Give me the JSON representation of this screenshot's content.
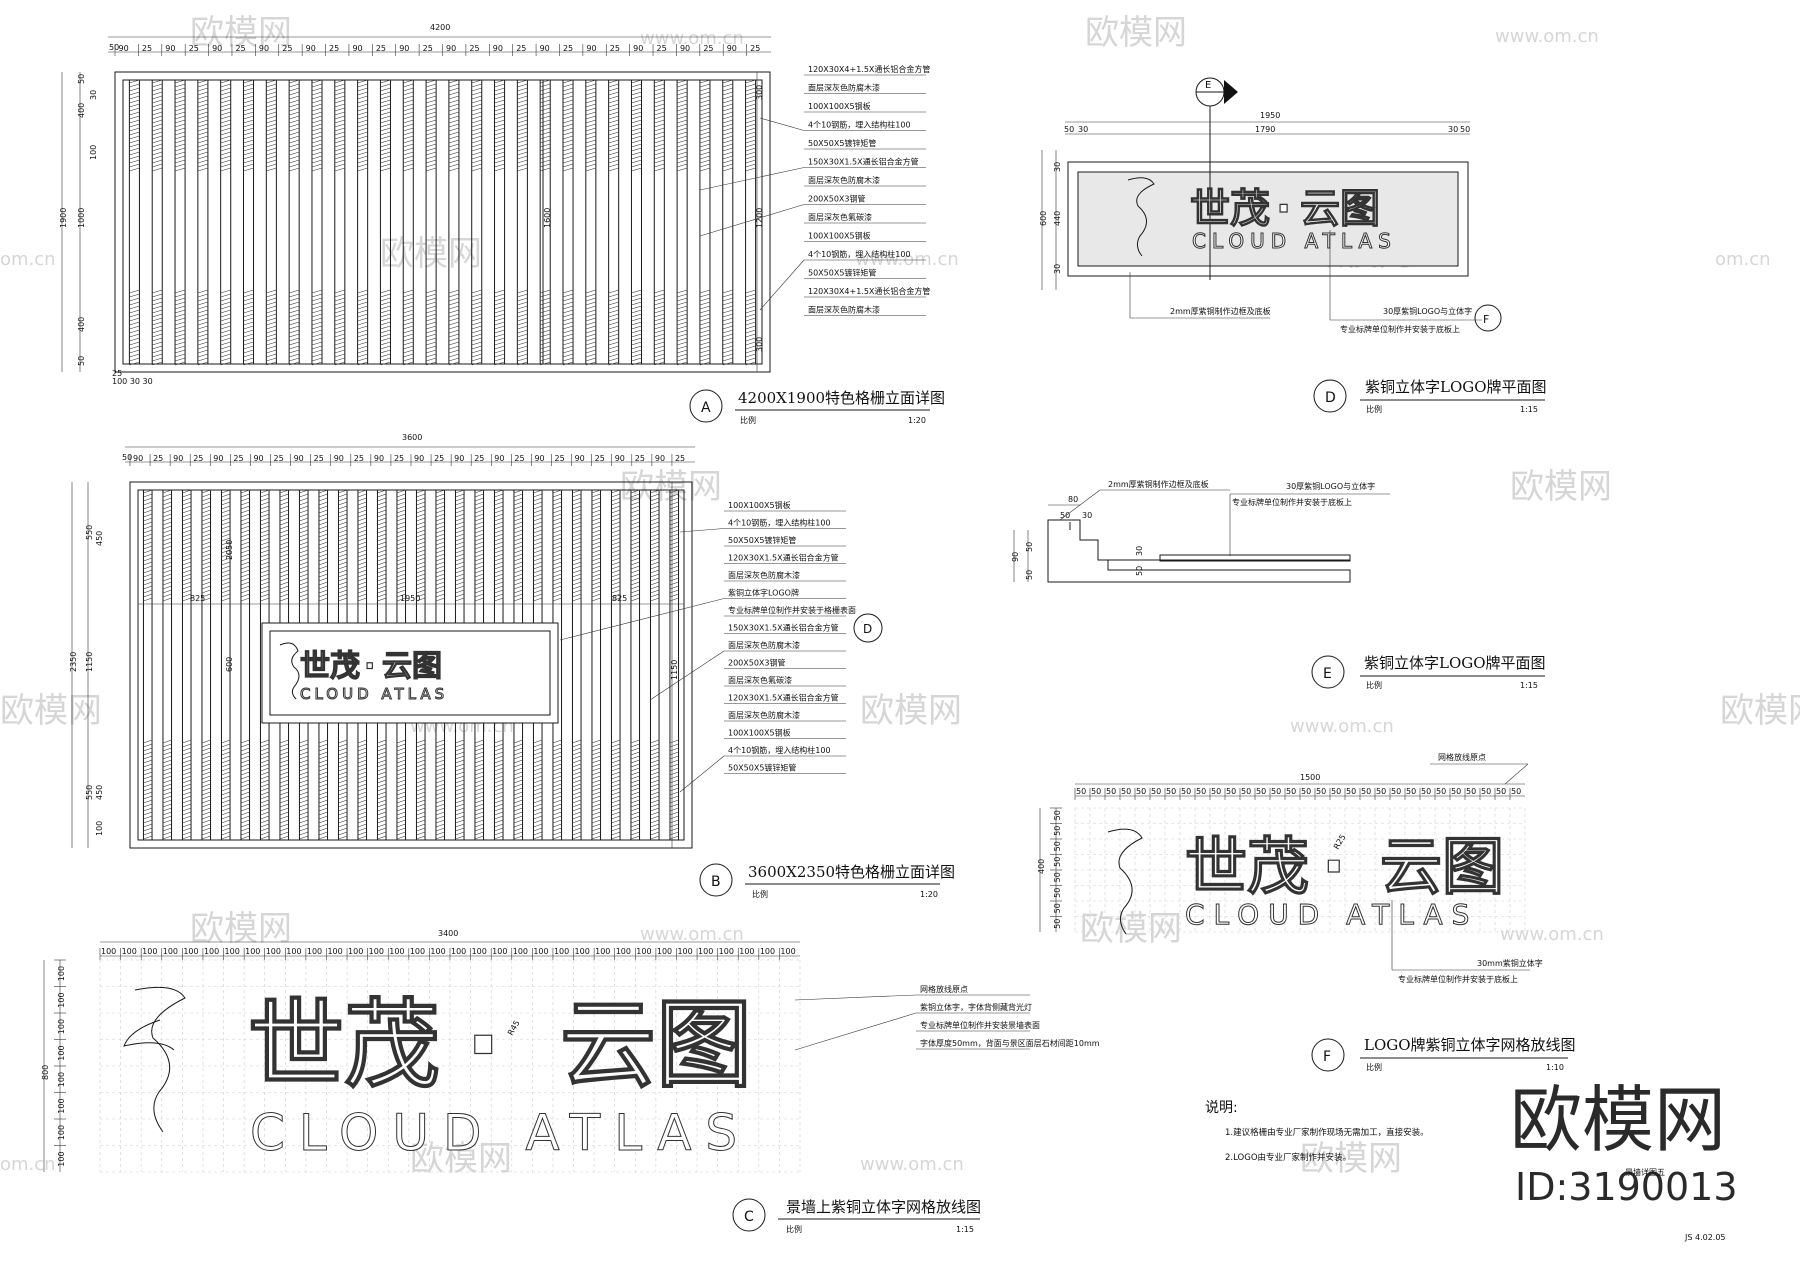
{
  "watermark": {
    "brand": "欧模网",
    "site": "www.om.cn",
    "domain_fragment": "om.cn"
  },
  "brand_block": {
    "name": "欧模网",
    "id": "ID:3190013"
  },
  "logo": {
    "cn_left": "世茂",
    "cn_dot": "·",
    "cn_right": "云图",
    "en": "CLOUD ATLAS"
  },
  "detail_a": {
    "label": "A",
    "title": "4200X1900特色格栅立面详图",
    "scale_label": "比例",
    "scale": "1:20",
    "dim_total": "4200",
    "dim_height": "1900",
    "dim_mid": "1000",
    "dim_top": "400",
    "dim_bottom": "400",
    "dim_inner": "1600",
    "dim_right_mid": "1200",
    "dim_right_top": "300",
    "dim_right_bottom": "300",
    "dim_edge": "50",
    "dim_bar": "90",
    "dim_gap": "25",
    "dim_30": "30",
    "dim_100": "100",
    "dim_base": "100 30 30",
    "notes": [
      "120X30X4+1.5X通长铝合金方管",
      "面层深灰色防腐木漆",
      "100X100X5钢板",
      "4个10钢筋，埋入结构柱100",
      "50X50X5镀锌矩管",
      "150X30X1.5X通长铝合金方管",
      "面层深灰色防腐木漆",
      "200X50X3钢管",
      "面层深灰色氟碳漆",
      "100X100X5钢板",
      "4个10钢筋，埋入结构柱100",
      "50X50X5镀锌矩管",
      "120X30X4+1.5X通长铝合金方管",
      "面层深灰色防腐木漆"
    ]
  },
  "detail_b": {
    "label": "B",
    "title": "3600X2350特色格栅立面详图",
    "scale_label": "比例",
    "scale": "1:20",
    "dim_total": "3600",
    "dim_height": "2350",
    "dim_mid": "1150",
    "dim_top": "550",
    "dim_bottom": "550",
    "dim_left": "825",
    "dim_center": "1950",
    "dim_right": "825",
    "dim_logo_h": "600",
    "dim_inner": "2050",
    "dim_450": "450",
    "dim_bar": "90",
    "dim_gap": "25",
    "dim_edge": "50",
    "dim_100": "100",
    "notes": [
      "100X100X5钢板",
      "4个10钢筋，埋入结构柱100",
      "50X50X5镀锌矩管",
      "120X30X1.5X通长铝合金方管",
      "面层深灰色防腐木漆",
      "紫铜立体字LOGO牌",
      "专业标牌单位制作并安装于格栅表面",
      "150X30X1.5X通长铝合金方管",
      "面层深灰色防腐木漆",
      "200X50X3钢管",
      "面层深灰色氟碳漆",
      "120X30X1.5X通长铝合金方管",
      "面层深灰色防腐木漆",
      "100X100X5钢板",
      "4个10钢筋，埋入结构柱100",
      "50X50X5镀锌矩管"
    ],
    "callout_label": "D"
  },
  "detail_c": {
    "label": "C",
    "title": "景墙上紫铜立体字网格放线图",
    "scale_label": "比例",
    "scale": "1:15",
    "dim_total": "3400",
    "dim_height": "800",
    "dim_cell": "100",
    "dim_radius": "R45",
    "notes": [
      "网格放线原点",
      "紫铜立体字，字体背侧藏背光灯",
      "专业标牌单位制作并安装景墙表面",
      "字体厚度50mm，背面与景区面层石材间距10mm"
    ]
  },
  "detail_d": {
    "label": "D",
    "title": "紫铜立体字LOGO牌平面图",
    "scale_label": "比例",
    "scale": "1:15",
    "dim_total": "1950",
    "dim_inner": "1790",
    "dim_50": "50",
    "dim_30": "30",
    "dim_height": "600",
    "dim_440": "440",
    "section_label": "E",
    "callout_label": "F",
    "notes": [
      "2mm厚紫铜制作边框及底板",
      "30厚紫铜LOGO与立体字",
      "专业标牌单位制作并安装于底板上"
    ]
  },
  "detail_e": {
    "label": "E",
    "title": "紫铜立体字LOGO牌平面图",
    "scale_label": "比例",
    "scale": "1:15",
    "dim_80": "80",
    "dim_50": "50",
    "dim_30": "30",
    "dim_90": "90",
    "notes": [
      "2mm厚紫铜制作边框及底板",
      "30厚紫铜LOGO与立体字",
      "专业标牌单位制作并安装于底板上"
    ]
  },
  "detail_f": {
    "label": "F",
    "title": "LOGO牌紫铜立体字网格放线图",
    "scale_label": "比例",
    "scale": "1:10",
    "dim_total": "1500",
    "dim_height": "400",
    "dim_cell": "50",
    "dim_radius": "R25",
    "notes": [
      "网格放线原点",
      "30mm紫铜立体字",
      "专业标牌单位制作并安装于底板上"
    ]
  },
  "explanation": {
    "heading": "说明:",
    "items": [
      "1.建议格栅由专业厂家制作现场无需加工，直接安装。",
      "2.LOGO由专业厂家制作并安装。"
    ]
  },
  "footer": {
    "sheet_title": "景墙详图五",
    "sheet_no": "JS 4.02.05"
  }
}
